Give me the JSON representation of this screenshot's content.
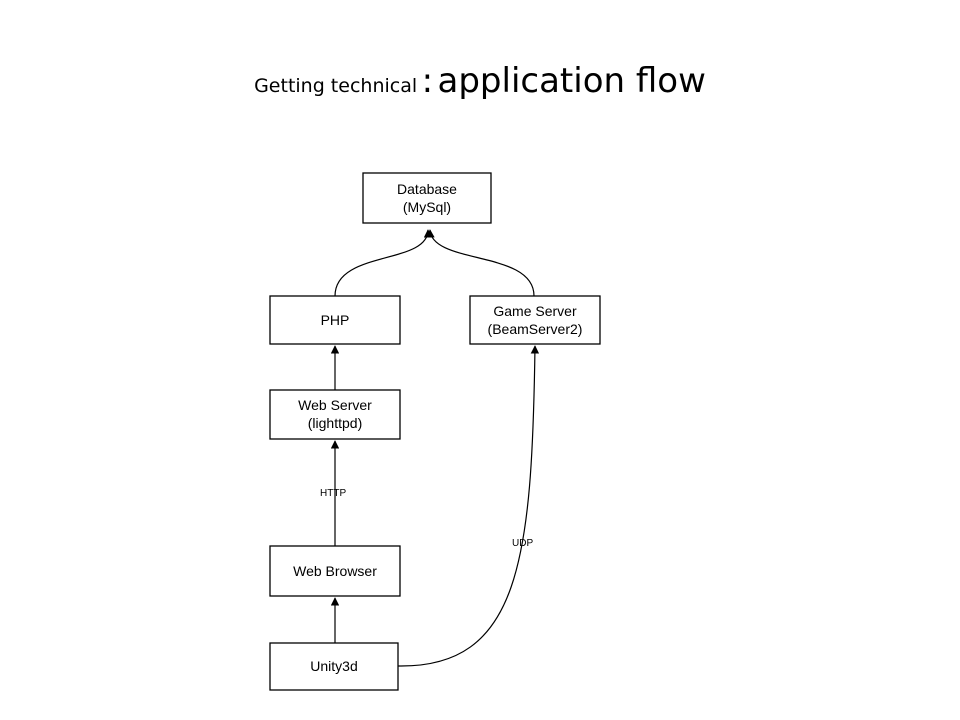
{
  "title": {
    "prefix": "Getting technical",
    "separator": ":",
    "main": "application flow"
  },
  "diagram": {
    "nodes": {
      "database": {
        "line1": "Database",
        "line2": "(MySql)"
      },
      "php": {
        "line1": "PHP"
      },
      "game_server": {
        "line1": "Game Server",
        "line2": "(BeamServer2)"
      },
      "web_server": {
        "line1": "Web Server",
        "line2": "(lighttpd)"
      },
      "web_browser": {
        "line1": "Web Browser"
      },
      "unity3d": {
        "line1": "Unity3d"
      }
    },
    "edge_labels": {
      "http": "HTTP",
      "udp": "UDP"
    }
  }
}
